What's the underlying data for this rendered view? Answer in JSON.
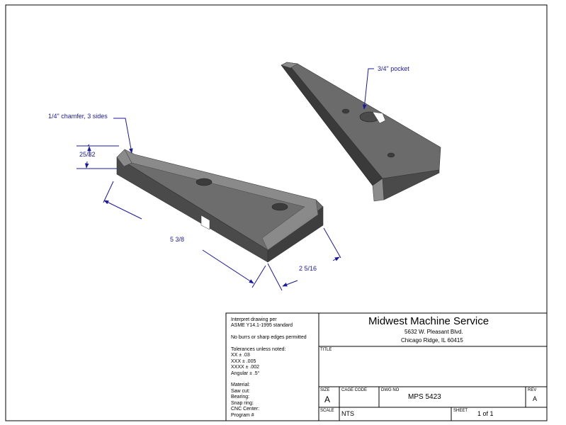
{
  "drawing": {
    "callouts": {
      "pocket": "3/4\" pocket",
      "chamfer": "1/4\" chamfer, 3 sides"
    },
    "dimensions": {
      "height": "25/32",
      "length": "5 3/8",
      "width": "2 5/16"
    }
  },
  "title_block": {
    "notes": [
      "Interpret drawing per",
      "ASME Y14.1-1995 standard",
      "",
      "No burrs or sharp edges permitted",
      "",
      "Tolerances unless noted:",
      "XX ± .03",
      "XXX ± .005",
      "XXXX ± .002",
      "Angular ± .5°",
      "",
      "Material:",
      "Saw cut:",
      "Bearing:",
      "Snap ring:",
      "CNC Center:",
      "Program #"
    ],
    "company": {
      "name": "Midwest Machine Service",
      "address1": "5632 W. Pleasant Blvd.",
      "address2": "Chicago Ridge, IL 60415"
    },
    "title_header": "TITLE",
    "title_value": "",
    "size_header": "SIZE",
    "size_value": "A",
    "cage_header": "CAGE CODE",
    "cage_value": "",
    "dwg_header": "DWG NO",
    "dwg_value": "MPS 5423",
    "rev_header": "REV",
    "rev_value": "A",
    "scale_header": "SCALE",
    "scale_value": "NTS",
    "sheet_header": "SHEET",
    "sheet_value": "1 of 1"
  },
  "colors": {
    "part_top": "#6c6c6c",
    "part_side": "#4a4a4a",
    "part_face": "#3c3c3c",
    "chamfer": "#8c8c8c",
    "dimension": "#1a1a9c"
  }
}
